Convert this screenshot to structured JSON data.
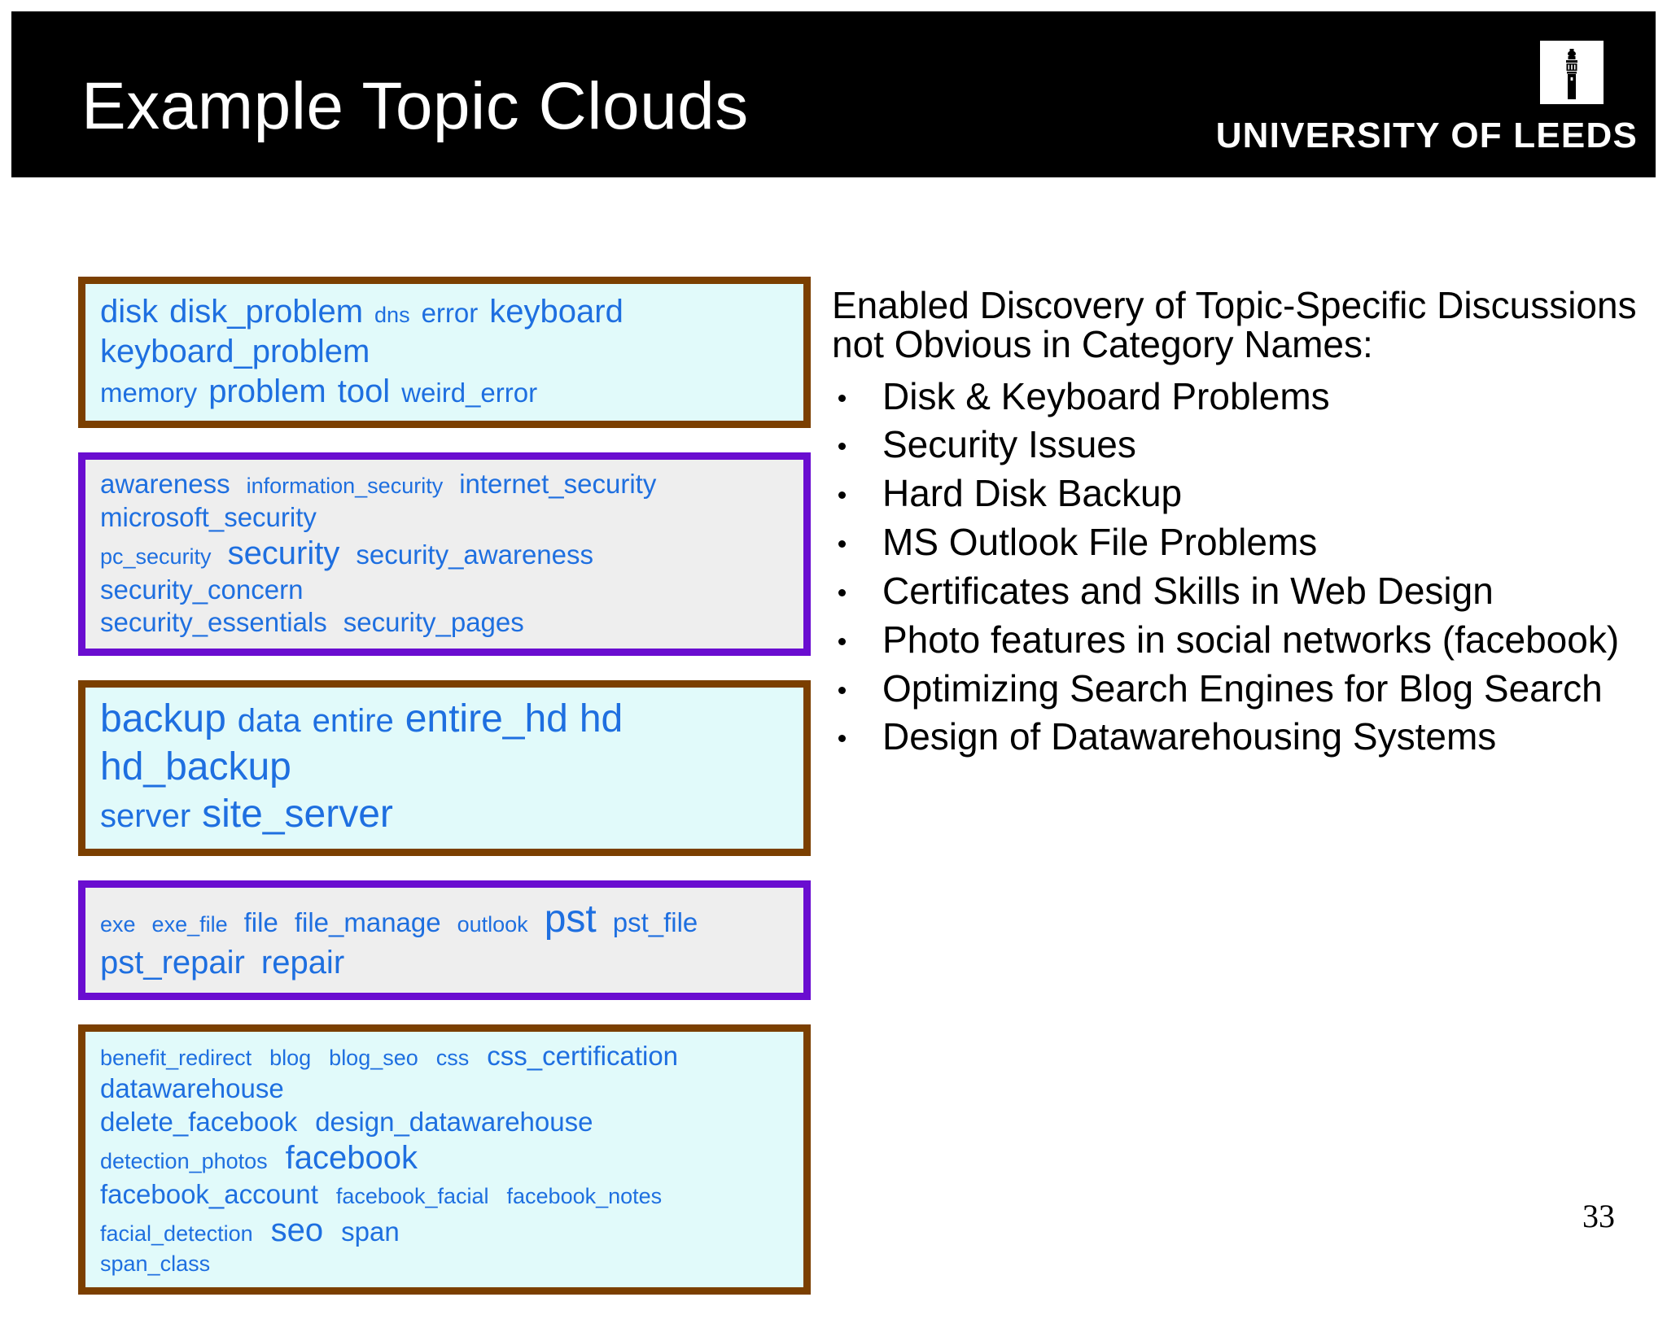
{
  "slide": {
    "title": "Example Topic Clouds",
    "page_number": "33",
    "brand": {
      "name": "UNIVERSITY OF LEEDS",
      "header_bg": "#000000",
      "header_fg": "#ffffff",
      "word_color": "#1e6fe0",
      "brown_border": "#7b3f00",
      "purple_border": "#6a0dd0",
      "cloud_bg_cyan": "#e1fafa",
      "cloud_bg_grey": "#eeeeee"
    }
  },
  "clouds": [
    {
      "id": "cloud1",
      "border": "brown",
      "lines": [
        [
          {
            "text": "disk",
            "size": 4
          },
          {
            "text": "disk_problem",
            "size": 4
          },
          {
            "text": "dns",
            "size": 2
          },
          {
            "text": "error",
            "size": 3
          },
          {
            "text": "keyboard",
            "size": 4
          },
          {
            "text": "keyboard_problem",
            "size": 4
          }
        ],
        [
          {
            "text": "memory",
            "size": 3
          },
          {
            "text": "problem",
            "size": 4
          },
          {
            "text": "tool",
            "size": 4
          },
          {
            "text": "weird_error",
            "size": 3
          }
        ]
      ]
    },
    {
      "id": "cloud2",
      "border": "purple",
      "lines": [
        [
          {
            "text": "awareness",
            "size": 3
          },
          {
            "text": "information_security",
            "size": 2
          },
          {
            "text": "internet_security",
            "size": 3
          },
          {
            "text": "microsoft_security",
            "size": 3
          }
        ],
        [
          {
            "text": "pc_security",
            "size": 2
          },
          {
            "text": "security",
            "size": 4
          },
          {
            "text": "security_awareness",
            "size": 3
          },
          {
            "text": "security_concern",
            "size": 3
          }
        ],
        [
          {
            "text": "security_essentials",
            "size": 3
          },
          {
            "text": "security_pages",
            "size": 3
          }
        ]
      ]
    },
    {
      "id": "cloud3",
      "border": "brown",
      "lines": [
        [
          {
            "text": "backup",
            "size": 5
          },
          {
            "text": "data",
            "size": 4
          },
          {
            "text": "entire",
            "size": 4
          },
          {
            "text": "entire_hd",
            "size": 5
          },
          {
            "text": "hd",
            "size": 5
          },
          {
            "text": "hd_backup",
            "size": 5
          }
        ],
        [
          {
            "text": "server",
            "size": 4
          },
          {
            "text": "site_server",
            "size": 5
          }
        ]
      ]
    },
    {
      "id": "cloud4",
      "border": "purple",
      "lines": [
        [
          {
            "text": "exe",
            "size": 2
          },
          {
            "text": "exe_file",
            "size": 2
          },
          {
            "text": "file",
            "size": 3
          },
          {
            "text": "file_manage",
            "size": 3
          },
          {
            "text": "outlook",
            "size": 2
          },
          {
            "text": "pst",
            "size": 5
          },
          {
            "text": "pst_file",
            "size": 3
          },
          {
            "text": "pst_repair",
            "size": 4
          },
          {
            "text": "repair",
            "size": 4
          }
        ]
      ]
    },
    {
      "id": "cloud5",
      "border": "brown",
      "lines": [
        [
          {
            "text": "benefit_redirect",
            "size": 2
          },
          {
            "text": "blog",
            "size": 2
          },
          {
            "text": "blog_seo",
            "size": 2
          },
          {
            "text": "css",
            "size": 2
          },
          {
            "text": "css_certification",
            "size": 3
          },
          {
            "text": "datawarehouse",
            "size": 3
          }
        ],
        [
          {
            "text": "delete_facebook",
            "size": 3
          },
          {
            "text": "design_datawarehouse",
            "size": 3
          },
          {
            "text": "detection_photos",
            "size": 2
          },
          {
            "text": "facebook",
            "size": 4
          }
        ],
        [
          {
            "text": "facebook_account",
            "size": 3
          },
          {
            "text": "facebook_facial",
            "size": 2
          },
          {
            "text": "facebook_notes",
            "size": 2
          },
          {
            "text": "facial_detection",
            "size": 2
          },
          {
            "text": "seo",
            "size": 4
          },
          {
            "text": "span",
            "size": 3
          }
        ],
        [
          {
            "text": "span_class",
            "size": 2
          }
        ]
      ]
    }
  ],
  "right_panel": {
    "lead": "Enabled Discovery of Topic-Specific Discussions not Obvious in Category Names:",
    "bullets": [
      "Disk & Keyboard Problems",
      "Security Issues",
      "Hard Disk Backup",
      "MS Outlook File Problems",
      "Certificates and Skills in Web Design",
      "Photo features in social networks (facebook)",
      "Optimizing Search Engines for Blog Search",
      "Design of Datawarehousing Systems"
    ]
  }
}
